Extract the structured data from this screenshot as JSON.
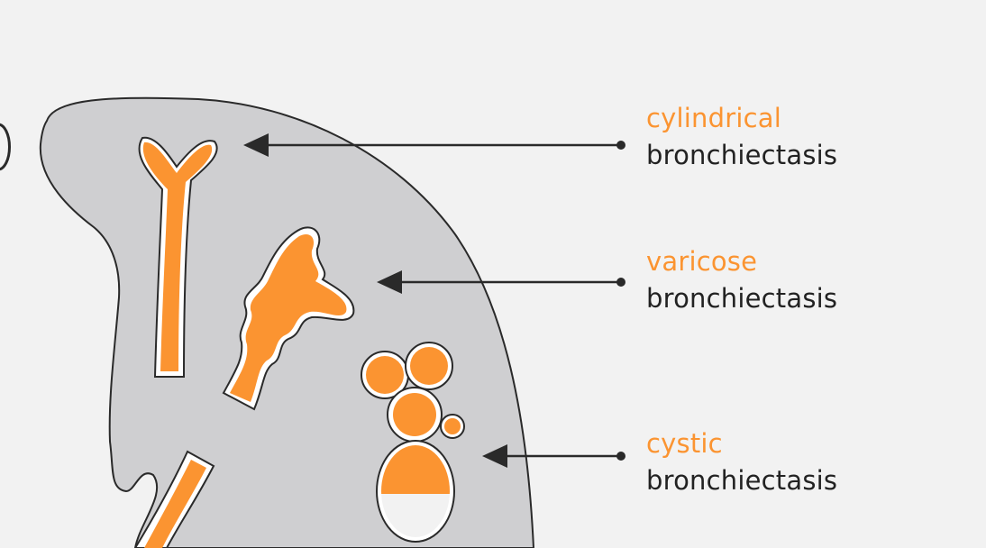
{
  "colors": {
    "background": "#f2f2f2",
    "lung": "#cfcfd1",
    "outline": "#2a2a2a",
    "airway": "#fb9431",
    "type_text": "#fb9431",
    "term_text": "#222222"
  },
  "labels": [
    {
      "id": "cylindrical",
      "type": "cylindrical",
      "term": "bronchiectasis"
    },
    {
      "id": "varicose",
      "type": "varicose",
      "term": "bronchiectasis"
    },
    {
      "id": "cystic",
      "type": "cystic",
      "term": "bronchiectasis"
    }
  ]
}
